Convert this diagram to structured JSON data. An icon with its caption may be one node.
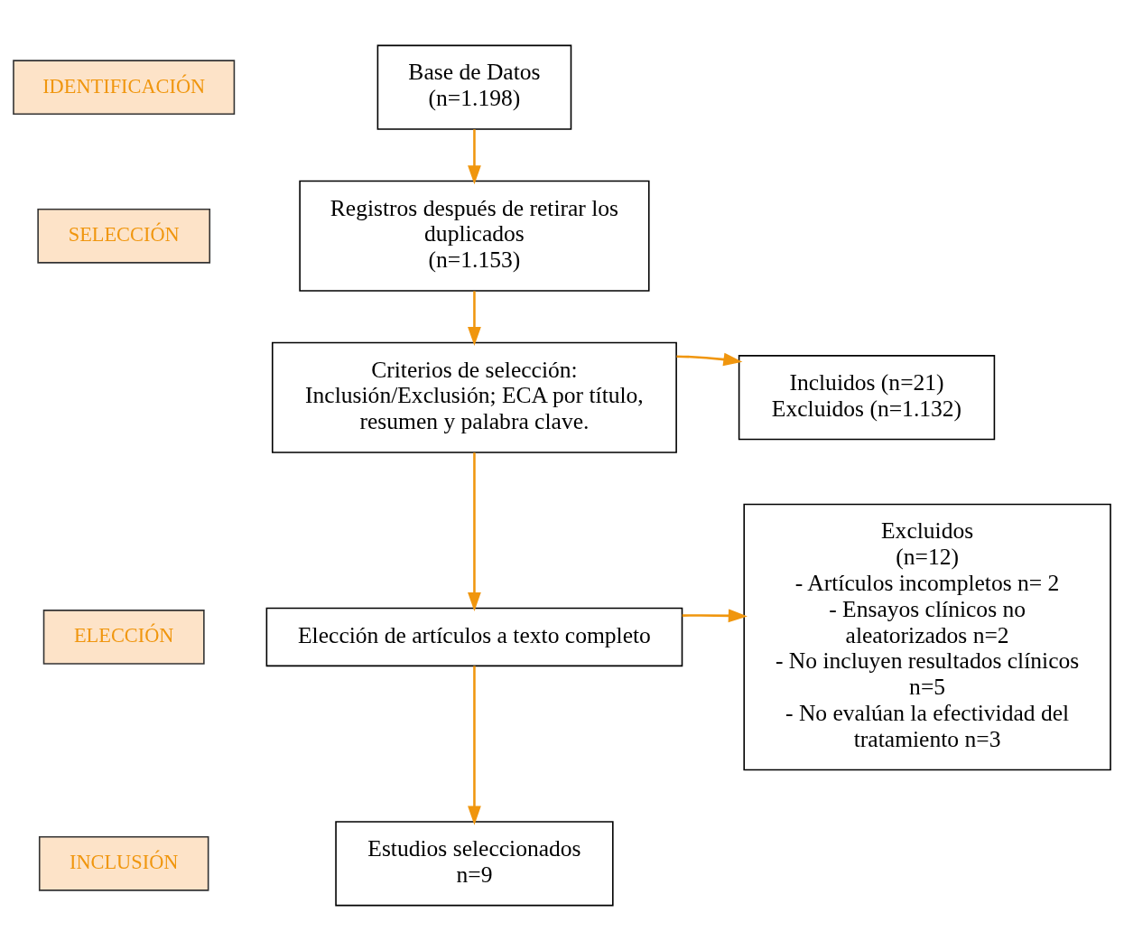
{
  "diagram": {
    "nodes": [
      {
        "text": [
          "IDENTIFICACIÓN"
        ]
      },
      {
        "text": [
          "Base de Datos",
          "(n=1.198)"
        ]
      },
      {
        "text": [
          "SELECCIÓN"
        ]
      },
      {
        "text": [
          "Registros después de retirar los duplicados",
          "(n=1.153)"
        ]
      },
      {
        "text": [
          "Criterios de selección:",
          "Inclusión/Exclusión; ECA por título, resumen y palabra clave."
        ]
      },
      {
        "text": [
          "Incluidos (n=21)",
          "Excluidos (n=1.132)"
        ]
      },
      {
        "text": [
          "ELECCIÓN"
        ]
      },
      {
        "text": [
          "Elección de artículos a texto completo"
        ]
      },
      {
        "text": [
          "Excluidos",
          "(n=12)",
          "- Artículos incompletos n= 2",
          "- Ensayos clínicos no aleatorizados n=2",
          "- No incluyen resultados clínicos n=5",
          "- No evalúan la efectividad del tratamiento n=3"
        ]
      },
      {
        "text": [
          "INCLUSIÓN"
        ]
      },
      {
        "text": [
          "Estudios seleccionados",
          "n=9"
        ]
      }
    ],
    "edges": [
      {
        "from": 1,
        "to": 3,
        "arrow": "to"
      },
      {
        "from": 3,
        "to": 4,
        "arrow": "to"
      },
      {
        "from": 4,
        "to": 5,
        "arrow": "to"
      },
      {
        "from": 4,
        "to": 7,
        "arrow": "to"
      },
      {
        "from": 7,
        "to": 8,
        "arrow": "to"
      },
      {
        "from": 7,
        "to": 10,
        "arrow": "to"
      }
    ]
  }
}
